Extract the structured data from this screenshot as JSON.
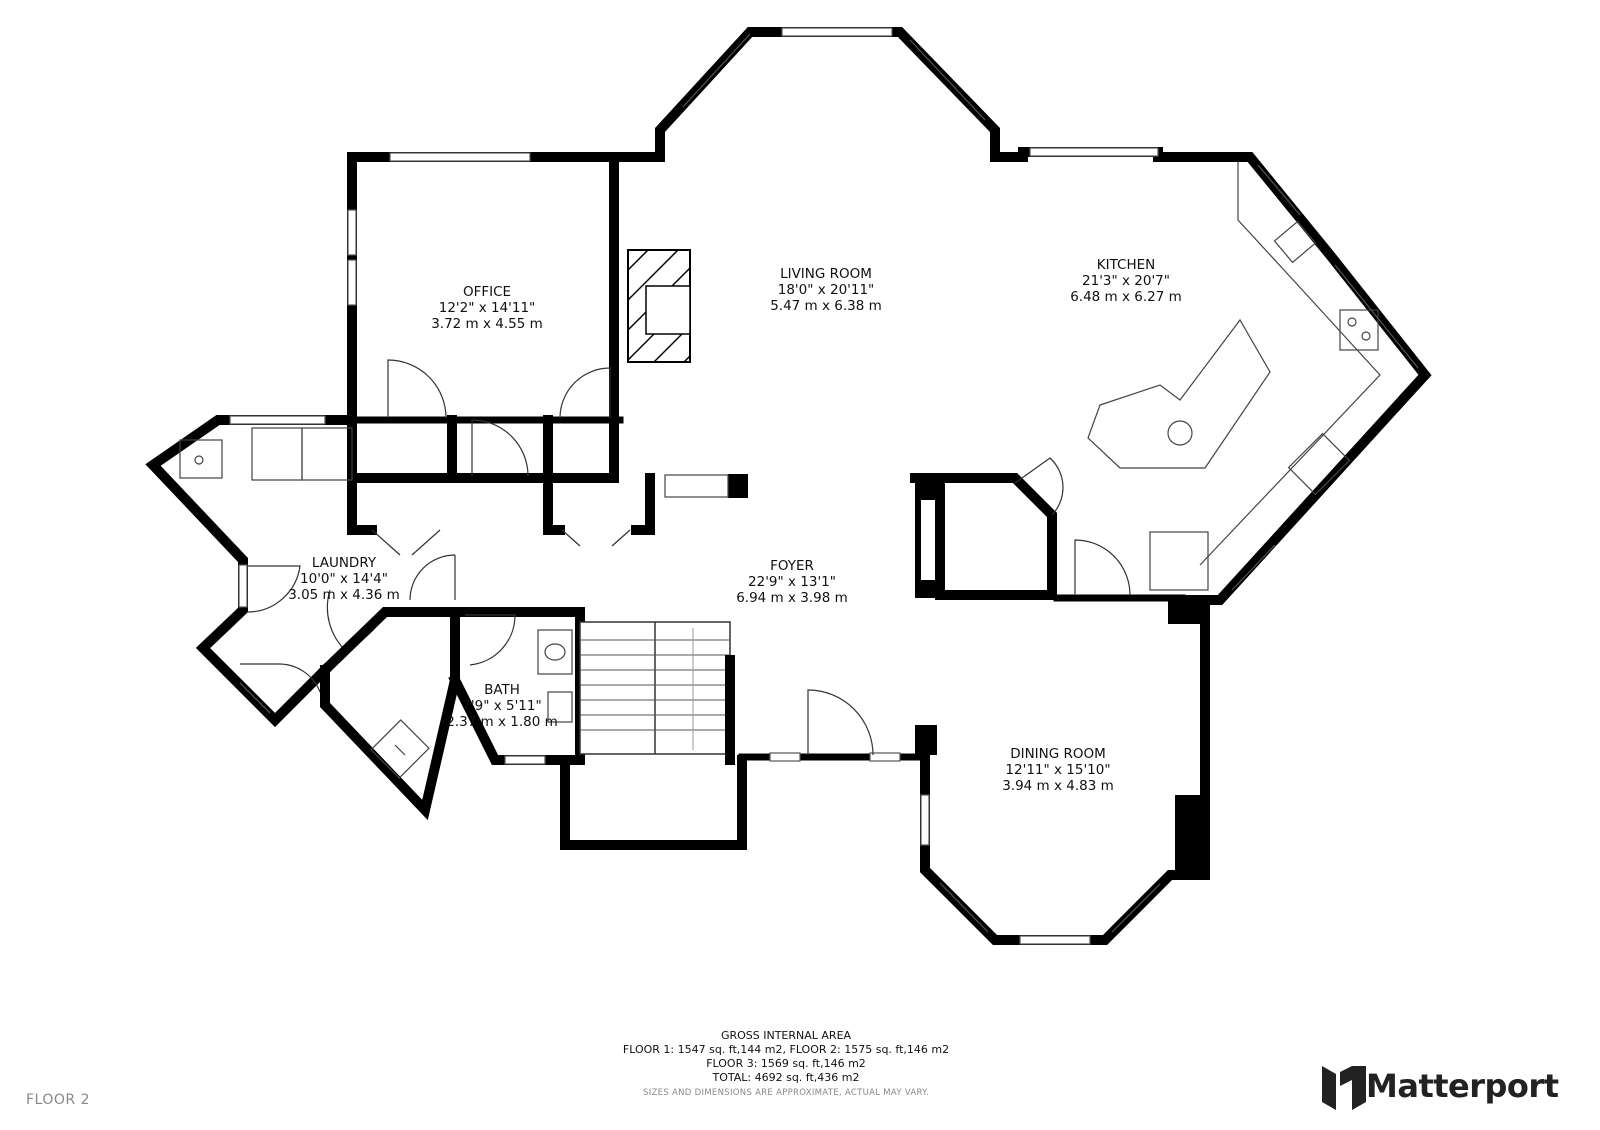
{
  "rooms": {
    "office": {
      "name": "OFFICE",
      "imperial": "12'2\" x 14'11\"",
      "metric": "3.72 m x 4.55 m"
    },
    "living_room": {
      "name": "LIVING ROOM",
      "imperial": "18'0\" x 20'11\"",
      "metric": "5.47 m x 6.38 m"
    },
    "kitchen": {
      "name": "KITCHEN",
      "imperial": "21'3\" x 20'7\"",
      "metric": "6.48 m x 6.27 m"
    },
    "laundry": {
      "name": "LAUNDRY",
      "imperial": "10'0\" x 14'4\"",
      "metric": "3.05 m x 4.36 m"
    },
    "foyer": {
      "name": "FOYER",
      "imperial": "22'9\" x 13'1\"",
      "metric": "6.94 m x 3.98 m"
    },
    "bath": {
      "name": "BATH",
      "imperial": "7'9\" x 5'11\"",
      "metric": "2.37 m x 1.80 m"
    },
    "dining_room": {
      "name": "DINING ROOM",
      "imperial": "12'11\" x 15'10\"",
      "metric": "3.94 m x 4.83 m"
    }
  },
  "area_summary": {
    "heading": "GROSS INTERNAL AREA",
    "line1": "FLOOR 1: 1547 sq. ft,144 m2, FLOOR 2: 1575 sq. ft,146 m2",
    "line2": "FLOOR 3: 1569 sq. ft,146 m2",
    "line3": "TOTAL: 4692 sq. ft,436 m2",
    "disclaimer": "SIZES AND DIMENSIONS ARE APPROXIMATE, ACTUAL MAY VARY."
  },
  "floor_label": "FLOOR 2",
  "brand": {
    "name": "Matterport",
    "logo_icon": "matterport-logo-icon"
  }
}
